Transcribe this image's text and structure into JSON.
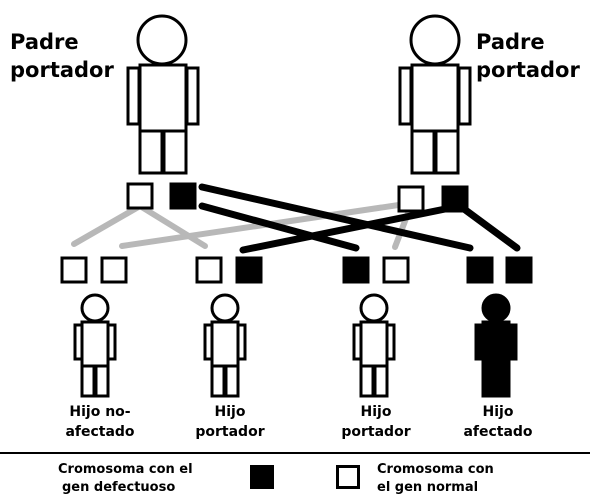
{
  "parents": {
    "left_line1": "Padre",
    "left_line2": "portador",
    "right_line1": "Padre",
    "right_line2": "portador"
  },
  "children": [
    {
      "line1": "Hijo no-",
      "line2": "afectado",
      "status": "unaffected"
    },
    {
      "line1": "Hijo",
      "line2": "portador",
      "status": "carrier"
    },
    {
      "line1": "Hijo",
      "line2": "portador",
      "status": "carrier"
    },
    {
      "line1": "Hijo",
      "line2": "afectado",
      "status": "affected"
    }
  ],
  "legend": {
    "defective_line1": "Cromosoma con el",
    "defective_line2": "gen defectuoso",
    "normal_line1": "Cromosoma con",
    "normal_line2": "el gen normal"
  },
  "colors": {
    "defective": "#000000",
    "normal": "#ffffff",
    "normal_link": "#b8b8b8",
    "defective_link": "#000000"
  }
}
